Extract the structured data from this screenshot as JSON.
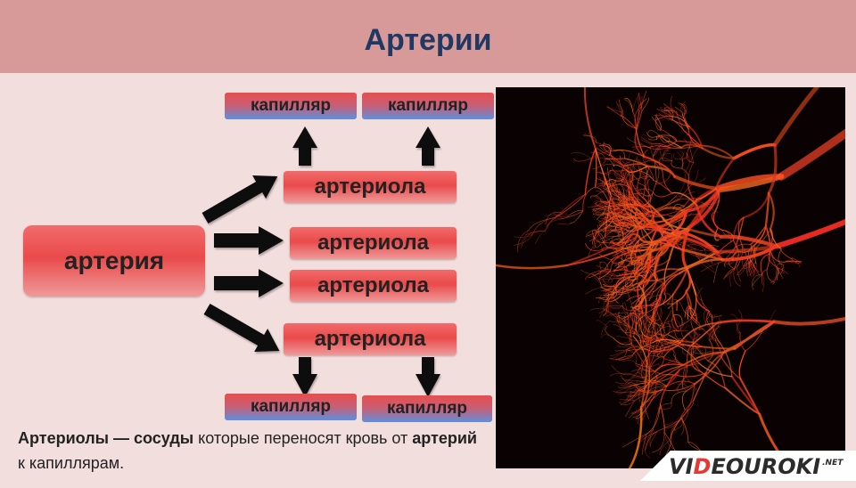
{
  "header": {
    "title": "Артерии"
  },
  "diagram": {
    "artery": "артерия",
    "arterioles": [
      "артериола",
      "артериола",
      "артериола",
      "артериола"
    ],
    "capillaries_top": [
      "капилляр",
      "капилляр"
    ],
    "capillaries_bottom": [
      "капилляр",
      "капилляр"
    ]
  },
  "caption": {
    "t1": "Артериолы — сосуды",
    "t2": " которые переносят кровь от ",
    "t3": "артерий",
    "t4": " к капиллярам."
  },
  "logo": {
    "a": "VI",
    "b": "D",
    "c": "EOUROKI",
    "d": ".NET"
  },
  "colors": {
    "header": "#d89a98",
    "title": "#1f3864",
    "box_red": "#ea4a4a",
    "box_blue": "#5f8fdc"
  }
}
